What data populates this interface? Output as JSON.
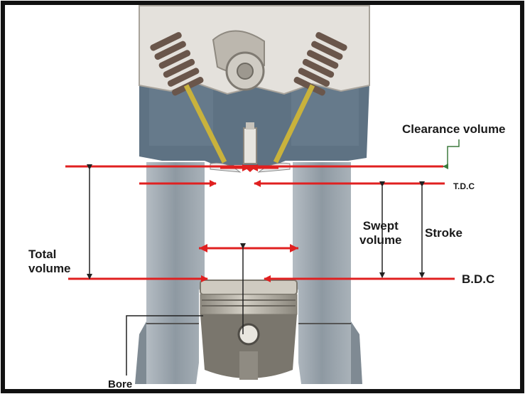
{
  "labels": {
    "clearance_volume": "Clearance volume",
    "tdc": "T.D.C",
    "swept_volume": "Swept\nvolume",
    "stroke": "Stroke",
    "total_volume": "Total\nvolume",
    "bdc": "B.D.C",
    "bore": "Bore"
  },
  "colors": {
    "frame": "#111111",
    "background": "#ffffff",
    "cylinder_wall": "#9aa4ac",
    "cylinder_head": "#5e7283",
    "cam_housing": "#e4e1dc",
    "valve_spring": "#6a564b",
    "valve_stem": "#c9b23c",
    "piston": "#b6b2a8",
    "piston_skirt": "#7a766d",
    "reference_line": "#e02020",
    "dimension_line": "#222222",
    "leader_line": "#3d7a3d"
  }
}
